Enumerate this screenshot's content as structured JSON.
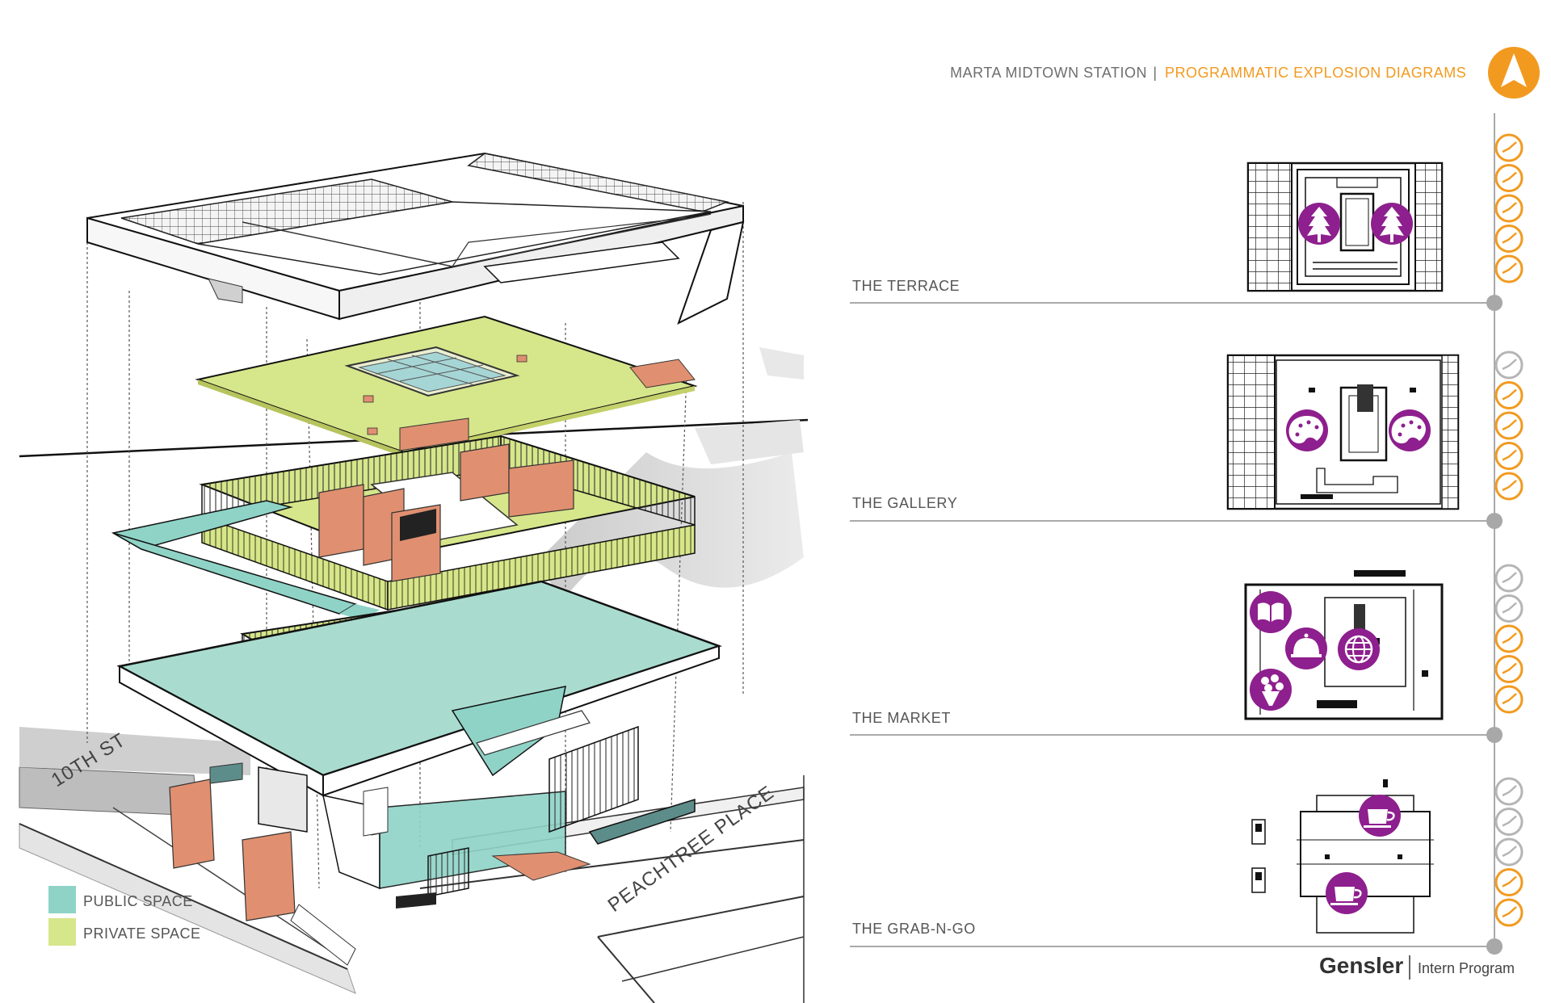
{
  "header": {
    "project": "MARTA MIDTOWN STATION",
    "separator": "|",
    "subtitle": "PROGRAMMATIC EXPLOSION DIAGRAMS"
  },
  "colors": {
    "accent": "#f29a1f",
    "public_space": "#8fd3c7",
    "private_space": "#d6e68a",
    "program_icon": "#8e1f8e",
    "core": "#e09070"
  },
  "levels": [
    {
      "label": "THE TERRACE",
      "icons": [
        "tree-icon",
        "tree-icon"
      ],
      "active_count": 5
    },
    {
      "label": "THE GALLERY",
      "icons": [
        "palette-icon",
        "palette-icon"
      ],
      "active_count": 4
    },
    {
      "label": "THE MARKET",
      "icons": [
        "book-icon",
        "food-dome-icon",
        "globe-icon",
        "flowers-icon"
      ],
      "active_count": 3
    },
    {
      "label": "THE GRAB-N-GO",
      "icons": [
        "coffee-cup-icon",
        "coffee-cup-icon"
      ],
      "active_count": 2
    }
  ],
  "legend": [
    {
      "label": "PUBLIC SPACE",
      "color": "#8fd3c7"
    },
    {
      "label": "PRIVATE SPACE",
      "color": "#d6e68a"
    }
  ],
  "streets": {
    "street_a": "10TH ST",
    "street_b": "PEACHTREE PLACE"
  },
  "footer": {
    "brand": "Gensler",
    "program": "Intern Program"
  }
}
